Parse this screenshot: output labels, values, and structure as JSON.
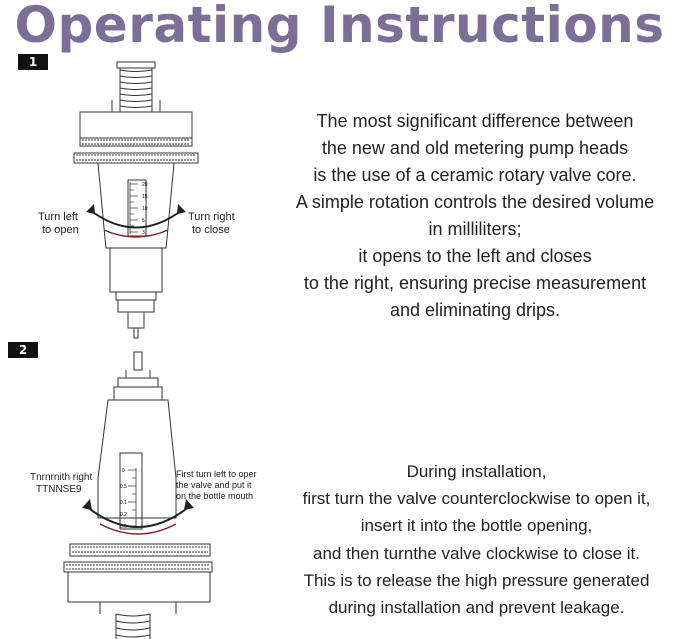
{
  "title": "Operating Instructions",
  "steps": [
    {
      "number": "1",
      "left_label": [
        "Turn left",
        "to open"
      ],
      "right_label": [
        "Turn right",
        "to close"
      ],
      "scale_marks": [
        "20",
        "15",
        "10",
        "5",
        "3"
      ],
      "description": [
        "The most significant difference between",
        "the new and old metering pump heads",
        "is the use of a ceramic rotary valve core.",
        "A simple rotation controls the desired volume",
        "in milliliters;",
        "it opens to the left and closes",
        "to the right, ensuring precise measurement",
        "and eliminating drips."
      ]
    },
    {
      "number": "2",
      "left_label": [
        "Tnrnrnith right",
        "TTNNSE9"
      ],
      "right_label": [
        "First turn left to oper",
        "the valve and put it",
        "on the bottle mouth"
      ],
      "scale_marks": [
        "0",
        "0.5",
        "0.1",
        "0.2",
        "0.5"
      ],
      "description": [
        "During installation,",
        "first turn the valve counterclockwise to open it,",
        "insert it into the bottle opening,",
        "and then turnthe valve clockwise to close it.",
        "This is to release the high pressure generated",
        "during installation and prevent leakage."
      ]
    }
  ],
  "colors": {
    "title": "#7b6f98",
    "text": "#222222",
    "line": "#333333",
    "accent": "#7a2222"
  }
}
